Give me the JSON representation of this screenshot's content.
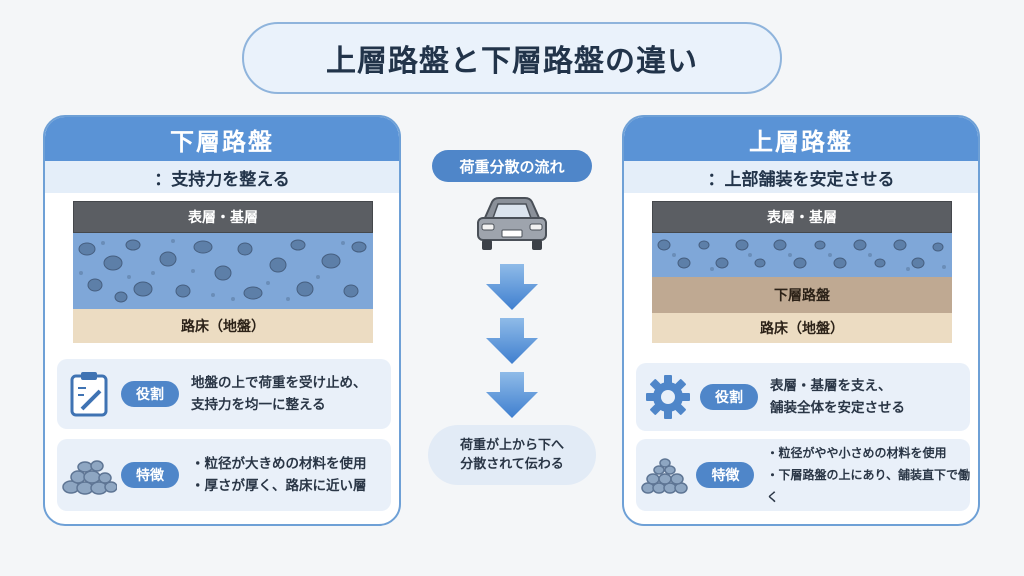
{
  "title": "上層路盤と下層路盤の違い",
  "left_panel": {
    "heading": "下層路盤",
    "subtitle": "：支持力を整える",
    "layers": {
      "surface": "表層・基層",
      "bed": "路床（地盤）"
    },
    "role": {
      "badge": "役割",
      "line1": "地盤の上で荷重を受け止め、",
      "line2": "支持力を均一に整える",
      "icon": "clipboard-icon"
    },
    "features": {
      "badge": "特徴",
      "line1": "・粒径が大きめの材料を使用",
      "line2": "・厚さが厚く、路床に近い層",
      "icon": "gravel-pile-icon"
    }
  },
  "center": {
    "flow_label": "荷重分散の流れ",
    "result_line1": "荷重が上から下へ",
    "result_line2": "分散されて伝わる",
    "icon": "car-icon"
  },
  "right_panel": {
    "heading": "上層路盤",
    "subtitle": "：上部舗装を安定させる",
    "layers": {
      "surface": "表層・基層",
      "sub": "下層路盤",
      "bed": "路床（地盤）"
    },
    "role": {
      "badge": "役割",
      "line1": "表層・基層を支え、",
      "line2": "舗装全体を安定させる",
      "icon": "gear-icon"
    },
    "features": {
      "badge": "特徴",
      "line1": "・粒径がやや小さめの材料を使用",
      "line2": "・下層路盤の上にあり、舗装直下で働く",
      "icon": "gravel-pile-icon"
    }
  },
  "colors": {
    "accent": "#5a93d6",
    "gravel": "#7fa7d8",
    "surface": "#5b5e63",
    "subbase": "#bfa992",
    "subgrade": "#ecdcc2"
  }
}
